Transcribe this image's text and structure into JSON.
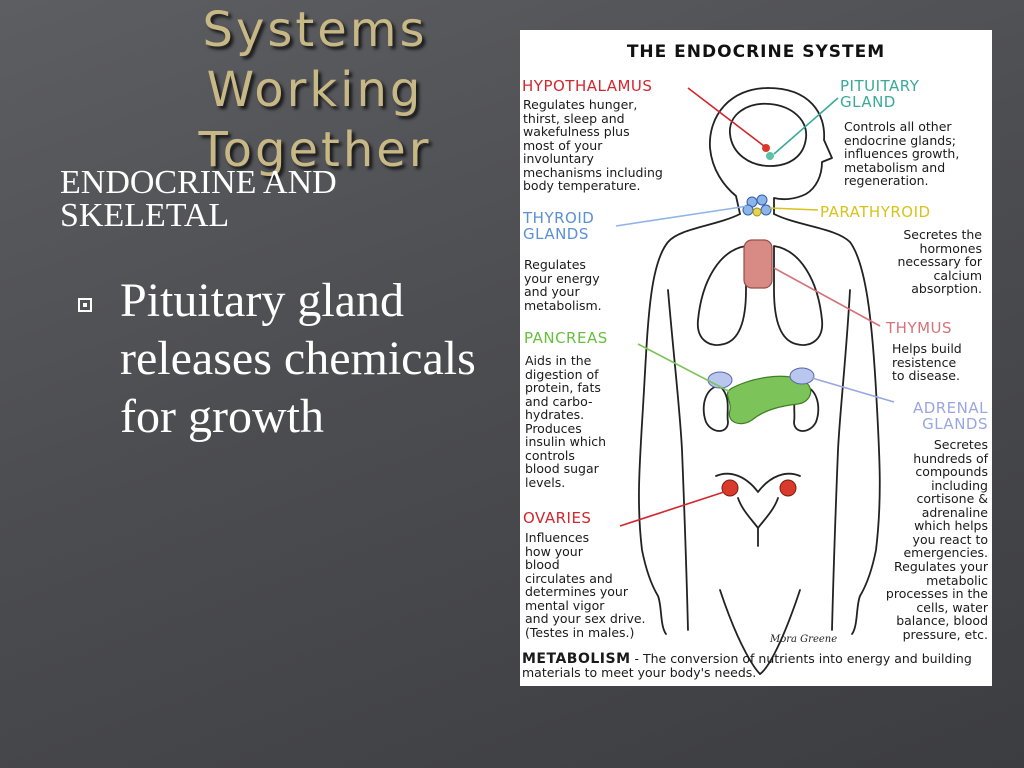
{
  "slide": {
    "title": "Systems Working Together",
    "subtitle": "ENDOCRINE AND SKELETAL",
    "bullets": [
      {
        "text": "Pituitary gland releases chemicals for growth"
      }
    ]
  },
  "diagram": {
    "title": "THE ENDOCRINE SYSTEM",
    "glands": {
      "hypothalamus": {
        "label": "HYPOTHALAMUS",
        "desc": "Regulates hunger,\nthirst, sleep and\nwakefulness plus\nmost of your\ninvoluntary\nmechanisms including\nbody temperature."
      },
      "pituitary": {
        "label": "PITUITARY\nGLAND",
        "desc": "Controls all other\nendocrine glands;\ninfluences growth,\nmetabolism and\nregeneration."
      },
      "thyroid": {
        "label": "THYROID\nGLANDS",
        "desc": "Regulates\nyour energy\nand your\nmetabolism."
      },
      "parathyroid": {
        "label": "PARATHYROID",
        "desc": "Secretes the\nhormones\nnecessary for\ncalcium\nabsorption."
      },
      "thymus": {
        "label": "THYMUS",
        "desc": "Helps build\nresistence\nto disease."
      },
      "pancreas": {
        "label": "PANCREAS",
        "desc": "Aids in the\ndigestion of\nprotein, fats\nand carbo-\nhydrates.\nProduces\ninsulin which\ncontrols\nblood sugar\nlevels."
      },
      "adrenal": {
        "label": "ADRENAL\nGLANDS",
        "desc": "Secretes\nhundreds of\ncompounds\nincluding\ncortisone &\nadrenaline\nwhich helps\nyou react to\nemergencies."
      },
      "ovaries": {
        "label": "OVARIES",
        "desc": "Influences\nhow your\nblood\ncirculates and\ndetermines your\nmental vigor\nand your sex drive.\n(Testes in males.)"
      }
    },
    "regulates_text": "Regulates your\nmetabolic\nprocesses in the\ncells, water\nbalance, blood\npressure, etc.",
    "bottom": {
      "keyword": "METABOLISM",
      "text": " - The conversion of nutrients into energy and building materials to meet your body's needs."
    },
    "signature": "Mora Greene"
  },
  "colors": {
    "background": "#4c4d51",
    "title": "#c7b885",
    "text": "#ffffff",
    "red_label": "#d4252c",
    "teal_label": "#3aa99a",
    "blue_label": "#5b8fd6",
    "yellow_label": "#d9c21c",
    "green_label": "#69be3c",
    "salmon_label": "#d4737a",
    "lavender_label": "#9aa6e2"
  }
}
